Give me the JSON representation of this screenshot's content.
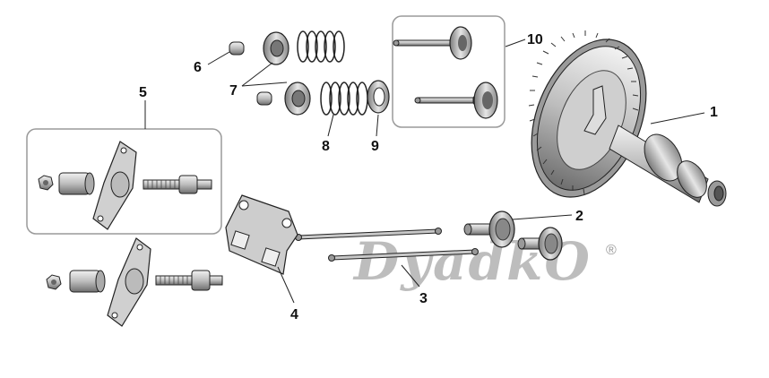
{
  "callouts": {
    "c1": "1",
    "c2": "2",
    "c3": "3",
    "c4": "4",
    "c5": "5",
    "c6": "6",
    "c7": "7",
    "c8": "8",
    "c9": "9",
    "c10": "10"
  },
  "watermark": {
    "text": "DyadkO",
    "registered": "®"
  },
  "colors": {
    "part_fill": "#d8d8d8",
    "part_dark": "#8c8c8c",
    "part_shadow": "#5a5a5a",
    "outline": "#222222",
    "group_box": "#9a9a9a",
    "watermark": "#bdbdbd"
  }
}
